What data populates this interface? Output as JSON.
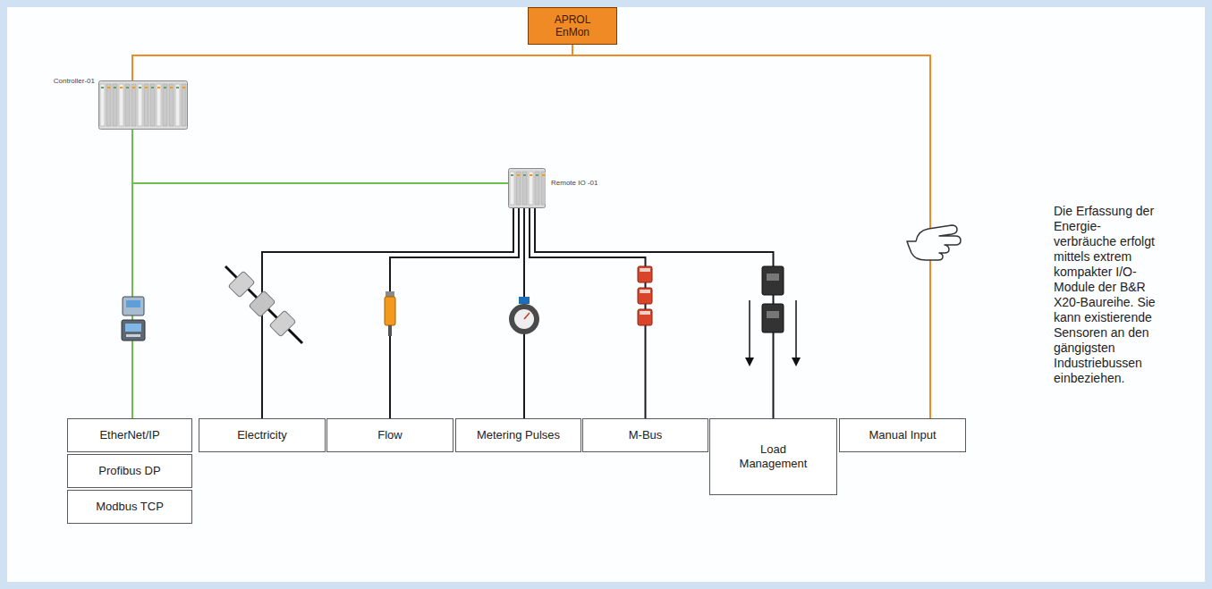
{
  "diagram": {
    "caption": "Die Erfassung der Energie-verbräuche erfolgt mittels extrem kompakter I/O-Module der B&R X20-Baureihe. Sie kann existierende Sensoren an den gängigsten Industriebussen einbeziehen.",
    "nodes": [
      {
        "text": [
          "APROL EnMon"
        ]
      },
      {
        "text": [
          "Controller-01"
        ]
      },
      {
        "text": [
          "Remote IO -01"
        ]
      },
      {
        "text": [
          "EtherNet/IP"
        ]
      },
      {
        "text": [
          "Profibus DP"
        ]
      },
      {
        "text": [
          "Modbus TCP"
        ]
      },
      {
        "text": [
          "Electricity"
        ]
      },
      {
        "text": [
          "Flow"
        ]
      },
      {
        "text": [
          "Metering Pulses"
        ]
      },
      {
        "text": [
          "M-Bus"
        ]
      },
      {
        "text": [
          "Load Management"
        ]
      },
      {
        "text": [
          "Manual Input"
        ]
      }
    ],
    "edges": [
      {
        "from": 0,
        "to": 1,
        "arrow": "none"
      },
      {
        "from": 0,
        "to": 11,
        "arrow": "none"
      },
      {
        "from": 1,
        "to": 2,
        "arrow": "none"
      },
      {
        "from": 1,
        "to": 3,
        "arrow": "none"
      },
      {
        "from": 2,
        "to": 6,
        "arrow": "none"
      },
      {
        "from": 2,
        "to": 7,
        "arrow": "none"
      },
      {
        "from": 2,
        "to": 8,
        "arrow": "none"
      },
      {
        "from": 2,
        "to": 9,
        "arrow": "none"
      },
      {
        "from": 2,
        "to": 10,
        "arrow": "none"
      }
    ]
  }
}
